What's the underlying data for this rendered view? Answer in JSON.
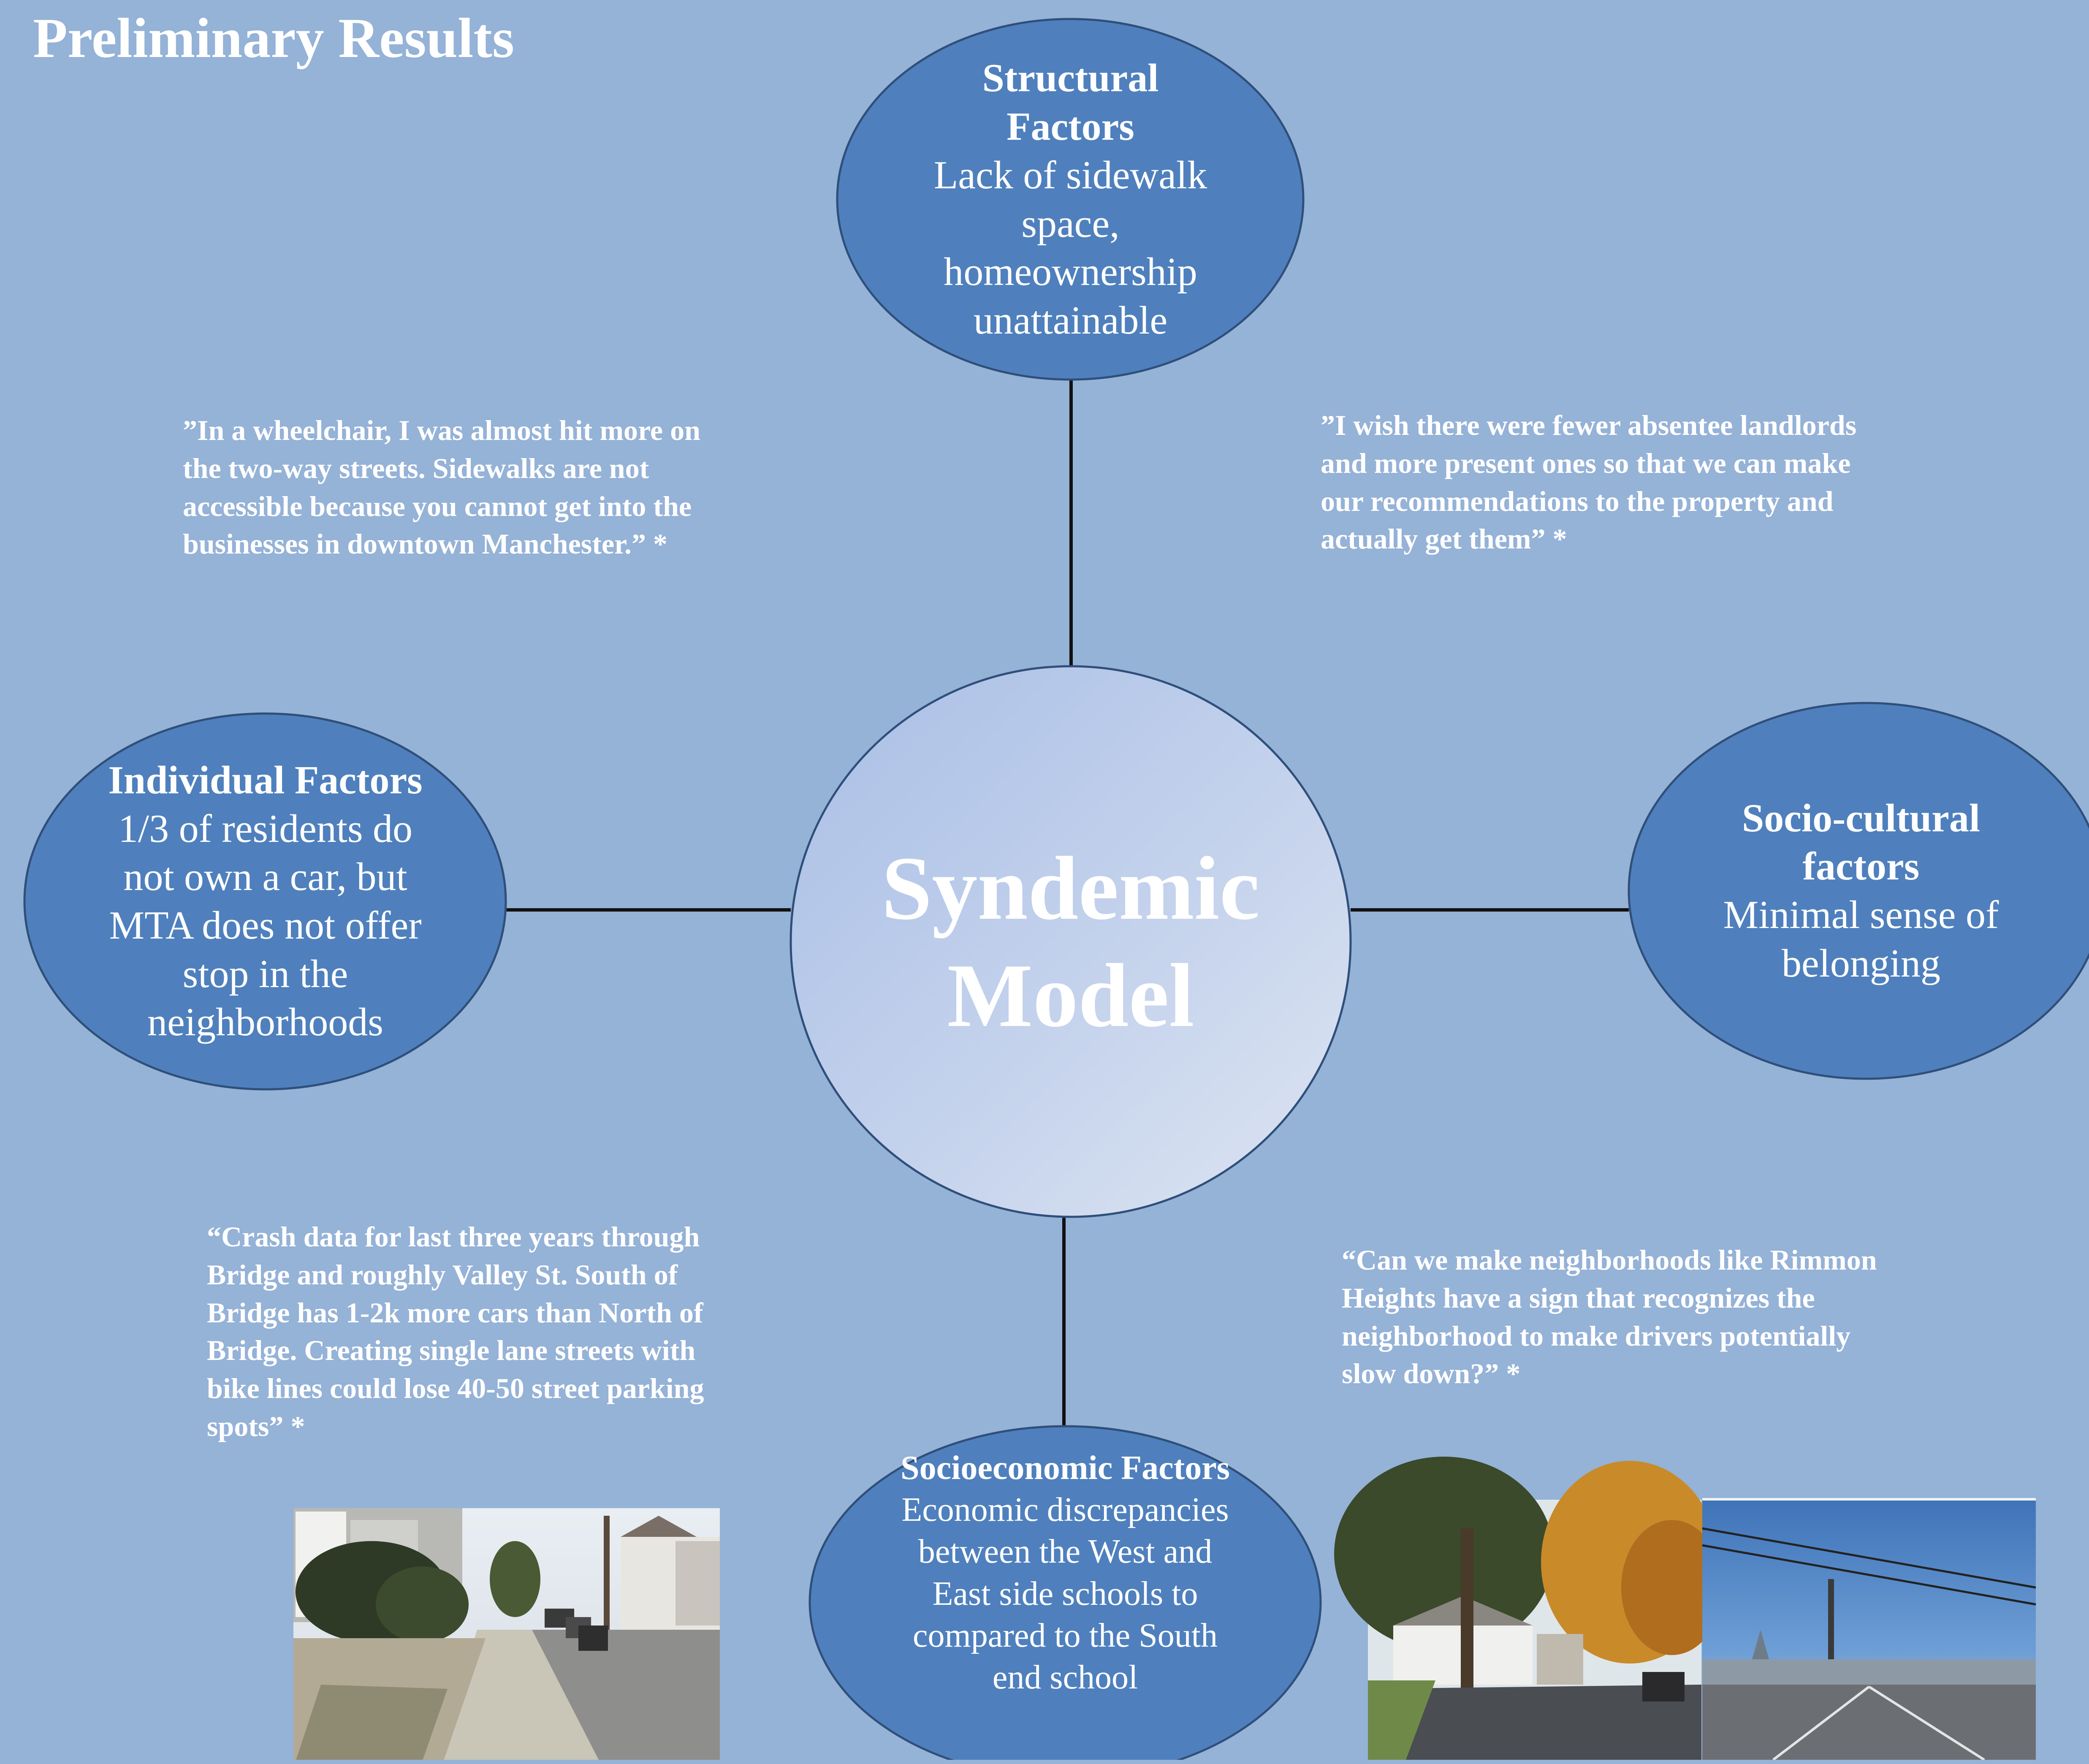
{
  "title": "Preliminary Results",
  "center": {
    "line1": "Syndemic",
    "line2": "Model"
  },
  "nodes": {
    "structural": {
      "title_line1": "Structural",
      "title_line2": "Factors",
      "body_lines": [
        "Lack of sidewalk",
        "space,",
        "homeownership",
        "unattainable"
      ]
    },
    "individual": {
      "title": "Individual Factors",
      "body_lines": [
        "1/3 of residents do",
        "not own a car, but",
        "MTA does not offer",
        "stop in the",
        "neighborhoods"
      ]
    },
    "sociocultural": {
      "title_line1": "Socio-cultural",
      "title_line2": "factors",
      "body_lines": [
        "Minimal sense of",
        "belonging"
      ]
    },
    "socioeconomic": {
      "title": "Socioeconomic Factors",
      "body_lines": [
        "Economic discrepancies",
        "between the West and",
        "East side schools to",
        "compared to the South",
        "end school"
      ]
    }
  },
  "quotes": {
    "top_left": "”In a wheelchair, I was almost hit more on\nthe two-way streets. Sidewalks are not\naccessible because you cannot get into the\nbusinesses in downtown Manchester.” *",
    "top_right": "”I wish there were fewer absentee landlords\nand more present ones so that we can make\nour recommendations to the property and\nactually get them” *",
    "bottom_left": "“Crash data for last three years through\nBridge and roughly Valley St. South of\nBridge has 1-2k more cars than North of\nBridge. Creating single lane streets with\nbike lines could lose 40-50 street parking\nspots”  *",
    "bottom_right": "“Can we make neighborhoods like Rimmon\nHeights have a sign that recognizes the\nneighborhood to make drivers potentially\nslow down?” *"
  },
  "colors": {
    "background": "#95b2d7",
    "node_fill": "#4f80bd",
    "node_stroke": "#2f4f7a",
    "center_fill_light": "#d9e2f1",
    "center_fill_dark": "#a9bfe6",
    "connector": "#111111"
  }
}
